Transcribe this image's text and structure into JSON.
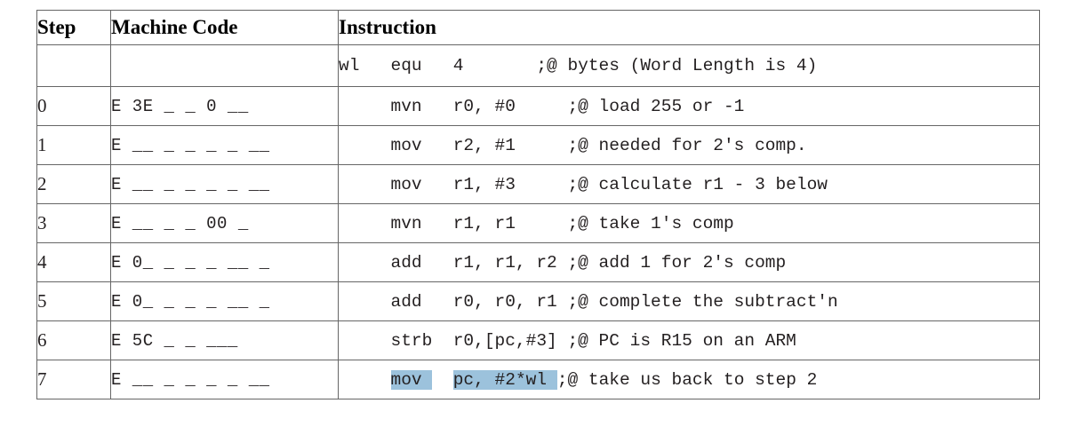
{
  "table": {
    "headers": {
      "step": "Step",
      "machine_code": "Machine Code",
      "instruction": "Instruction"
    },
    "highlight_color": "#9cc2dc",
    "rows": [
      {
        "step": "",
        "machine_code": "",
        "instruction": "wl   equ   4       ;@ bytes (Word Length is 4)"
      },
      {
        "step": "0",
        "machine_code": "E 3E _ _ 0 __",
        "instruction": "     mvn   r0, #0     ;@ load 255 or -1"
      },
      {
        "step": "1",
        "machine_code": "E __ _ _ _ _ __",
        "instruction": "     mov   r2, #1     ;@ needed for 2's comp."
      },
      {
        "step": "2",
        "machine_code": "E __ _ _ _ _ __",
        "instruction": "     mov   r1, #3     ;@ calculate r1 - 3 below"
      },
      {
        "step": "3",
        "machine_code": "E __ _ _ 00 _",
        "instruction": "     mvn   r1, r1     ;@ take 1's comp"
      },
      {
        "step": "4",
        "machine_code": "E 0_ _ _ _ __ _",
        "instruction": "     add   r1, r1, r2 ;@ add 1 for 2's comp"
      },
      {
        "step": "5",
        "machine_code": "E 0_ _ _ _ __ _",
        "instruction": "     add   r0, r0, r1 ;@ complete the subtract'n"
      },
      {
        "step": "6",
        "machine_code": "E 5C _ _ ___",
        "instruction": "     strb  r0,[pc,#3] ;@ PC is R15 on an ARM"
      },
      {
        "step": "7",
        "machine_code": "E __ _ _ _ _ __",
        "instruction": "",
        "instruction_segments": [
          {
            "text": "     ",
            "highlight": false
          },
          {
            "text": "mov ",
            "highlight": true
          },
          {
            "text": "  ",
            "highlight": false
          },
          {
            "text": "pc, ",
            "highlight": true
          },
          {
            "text": "",
            "highlight": false
          },
          {
            "text": "#2*wl ",
            "highlight": true
          },
          {
            "text": ";@ take us back to step 2",
            "highlight": false
          }
        ]
      }
    ]
  }
}
